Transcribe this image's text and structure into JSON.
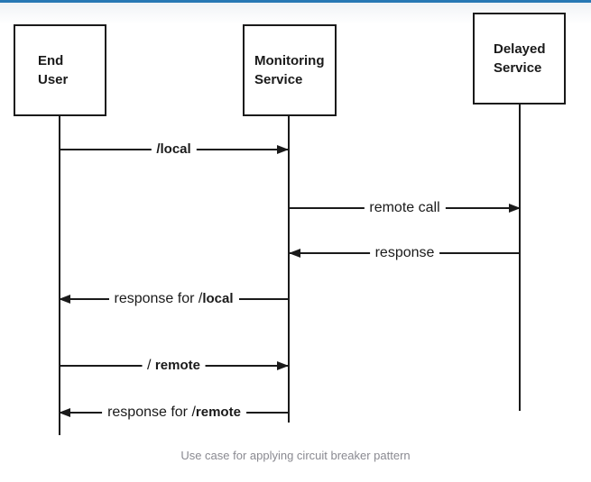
{
  "theme": {
    "top_bar_color": "#2878b4",
    "line_color": "#1a1a1a",
    "caption_color": "#8a8a91",
    "background_color": "#ffffff"
  },
  "diagram": {
    "type": "sequence-diagram",
    "caption": "Use case for applying circuit breaker pattern",
    "actors": [
      {
        "id": "end-user",
        "lines": [
          "End",
          "User"
        ]
      },
      {
        "id": "monitoring-service",
        "lines": [
          "Monitoring",
          "Service"
        ]
      },
      {
        "id": "delayed-service",
        "lines": [
          "Delayed",
          "Service"
        ]
      }
    ],
    "messages": [
      {
        "from": "end-user",
        "to": "monitoring-service",
        "direction": "right",
        "segments": [
          {
            "text": "/local",
            "bold": true
          }
        ]
      },
      {
        "from": "monitoring-service",
        "to": "delayed-service",
        "direction": "right",
        "segments": [
          {
            "text": "remote call",
            "bold": false
          }
        ]
      },
      {
        "from": "delayed-service",
        "to": "monitoring-service",
        "direction": "left",
        "segments": [
          {
            "text": "response",
            "bold": false
          }
        ]
      },
      {
        "from": "monitoring-service",
        "to": "end-user",
        "direction": "left",
        "segments": [
          {
            "text": "response for /",
            "bold": false
          },
          {
            "text": "local",
            "bold": true
          }
        ]
      },
      {
        "from": "end-user",
        "to": "monitoring-service",
        "direction": "right",
        "segments": [
          {
            "text": "/ ",
            "bold": false
          },
          {
            "text": "remote",
            "bold": true
          }
        ]
      },
      {
        "from": "monitoring-service",
        "to": "end-user",
        "direction": "left",
        "segments": [
          {
            "text": "response for /",
            "bold": false
          },
          {
            "text": "remote",
            "bold": true
          }
        ]
      }
    ]
  }
}
